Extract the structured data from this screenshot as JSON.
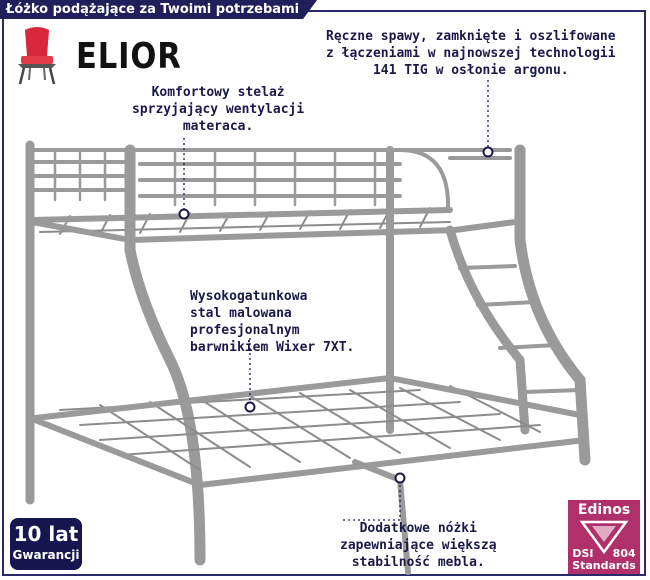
{
  "header": {
    "title": "Łóżko podążające za Twoimi potrzebami"
  },
  "brand": {
    "name": "ELIOR",
    "logo_icon": "red-chair-icon"
  },
  "callouts": {
    "welds": "Ręczne spawy, zamknięte i oszlifowane\nz łączeniami w najnowszej technologii\n141 TIG w osłonie argonu.",
    "frame": "Komfortowy stelaż\nsprzyjający wentylacji\nmateraca.",
    "steel": "Wysokogatunkowa\nstal malowana\nprofesjonalnym\nbarwnikiem Wixer 7XT.",
    "legs": "Dodatkowe nóżki\nzapewniające większą\nstabilność mebla."
  },
  "warranty": {
    "line1": "10 lat",
    "line2": "Gwarancji"
  },
  "badge": {
    "name": "Edinos",
    "code_left": "DSI",
    "code_right": "804",
    "label": "Standards"
  },
  "colors": {
    "accent": "#1f1f5c",
    "frame": "#9a9a9a",
    "badge": "#b0306c",
    "chair": "#d8263a"
  }
}
